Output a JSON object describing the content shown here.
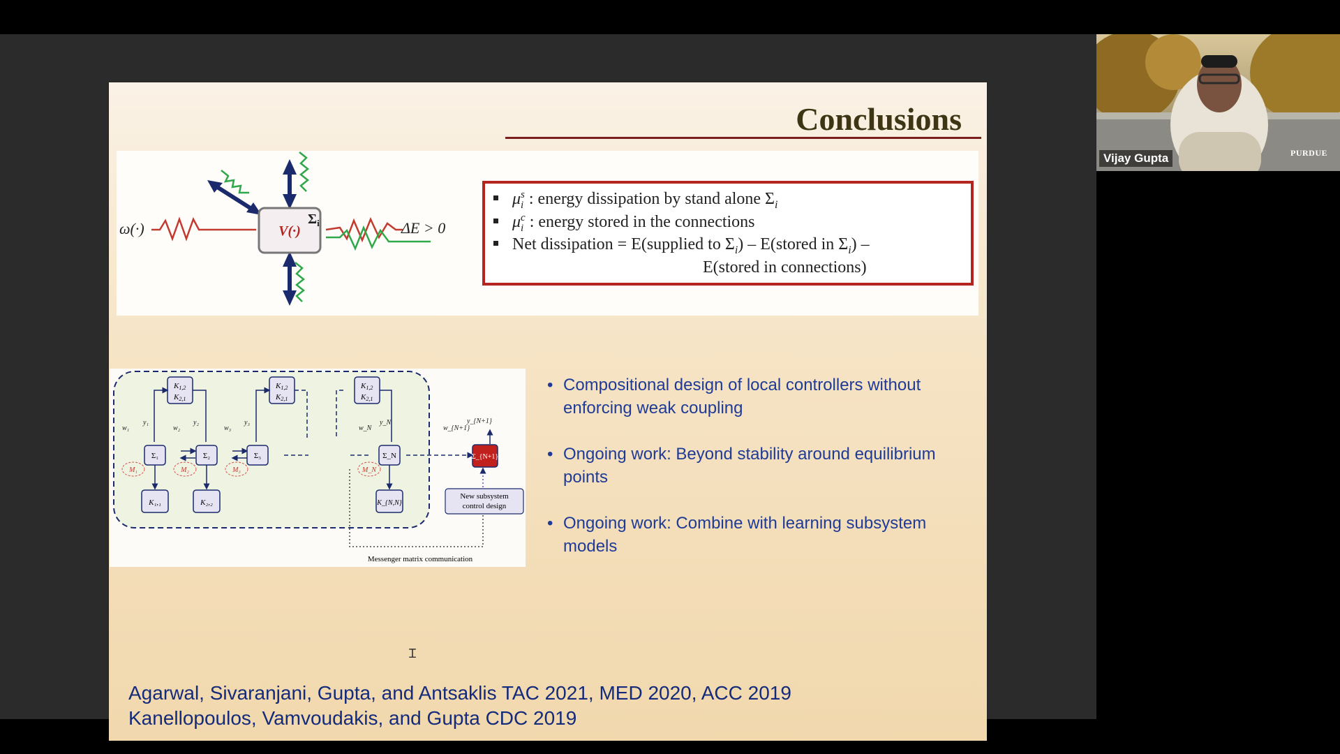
{
  "slide": {
    "title": "Conclusions",
    "diagram": {
      "input_label": "ω(·)",
      "block_label": "V(·)",
      "sigma_label": "Σ",
      "sigma_sub": "i",
      "output_label": "ΔE > 0"
    },
    "box_bullets": [
      {
        "symbol": "μ",
        "sup": "s",
        "sub": "i",
        "text": " : energy dissipation by stand alone Σ",
        "tail_sub": "i"
      },
      {
        "symbol": "μ",
        "sup": "c",
        "sub": "i",
        "text": " : energy stored in the connections"
      }
    ],
    "net_dissipation": {
      "line1_a": "Net dissipation = E(supplied to Σ",
      "line1_b": ") – E(stored in Σ",
      "line1_c": ") –",
      "sub": "i",
      "line2": "E(stored in connections)"
    },
    "network": {
      "k12": "K",
      "k12_sub": "1,2",
      "k21_sub": "2,1",
      "sigma1": "Σ₁",
      "sigma2": "Σ₂",
      "sigma3": "Σ₃",
      "sigmaN": "Σ_N",
      "sigmaN1": "Σ_{N+1}",
      "k11": "K₁,₁",
      "k22": "K₂,₂",
      "kNN": "K_{N,N}",
      "w1": "w₁",
      "w2": "w₂",
      "w3": "w₃",
      "wN": "w_N",
      "wN1": "w_{N+1}",
      "y1": "y₁",
      "y2": "y₂",
      "y3": "y₃",
      "yN": "y_N",
      "yN1": "y_{N+1}",
      "m1": "M₁",
      "m2": "M₂",
      "m3": "M₃",
      "mN": "M_N",
      "new_subsystem_line1": "New subsystem",
      "new_subsystem_line2": "control design",
      "messenger_caption": "Messenger matrix communication"
    },
    "right_bullets": [
      "Compositional design of local controllers without enforcing weak coupling",
      "Ongoing work: Beyond stability around equilibrium points",
      "Ongoing work: Combine with learning subsystem models"
    ],
    "references": [
      "Agarwal, Sivaranjani, Gupta, and Antsaklis TAC 2021, MED 2020, ACC 2019",
      "Kanellopoulos, Vamvoudakis, and Gupta CDC 2019"
    ]
  },
  "video": {
    "participant_name": "Vijay Gupta",
    "logo_text": "PURDUE"
  },
  "colors": {
    "accent_red": "#b5251f",
    "bullet_blue": "#1f3b96",
    "arrow_navy": "#1a2a6c",
    "wave_green": "#2fa84a",
    "wave_red": "#c23b2e"
  }
}
